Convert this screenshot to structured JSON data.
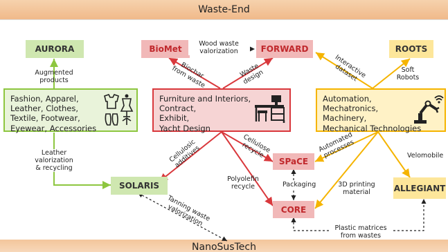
{
  "title_top": "Waste-End",
  "title_bottom": "NanoSusTech",
  "nodes": {
    "aurora": "AURORA",
    "biomet": "BioMet",
    "forward": "FORWARD",
    "roots": "ROOTS",
    "solaris": "SOLARIS",
    "space": "SPaCE",
    "core": "CORE",
    "allegiant": "ALLEGIANT"
  },
  "sectors": {
    "fashion": [
      "Fashion, Apparel,",
      "Leather, Clothes,",
      "Textile, Footwear,",
      "Eyewear, Accessories"
    ],
    "furniture": [
      "Furniture and Interiors,",
      "Contract,",
      "Exhibit,",
      "Yacht Design"
    ],
    "automation": [
      "Automation,",
      "Mechatronics,",
      "Machinery,",
      "Mechanical Technologies"
    ]
  },
  "icons": [
    "clothing-icon",
    "furniture-icon",
    "robot-arm-icon"
  ],
  "links": {
    "augmented": [
      "Augmented",
      "products"
    ],
    "wood_waste": [
      "Wood waste",
      "valorization"
    ],
    "biochar": [
      "Biochar",
      "from waste"
    ],
    "waste_design": [
      "Waste",
      "design"
    ],
    "interactive": [
      "Interactive",
      "dataset"
    ],
    "soft_robots": [
      "Soft",
      "Robots"
    ],
    "leather": [
      "Leather",
      "valorization",
      "& recycling"
    ],
    "cellulosic": [
      "Cellulosic",
      "additives"
    ],
    "cellulose": [
      "Cellulose",
      "recycle"
    ],
    "polyolefin": [
      "Polyolefin",
      "recycle"
    ],
    "packaging": "Packaging",
    "automated": [
      "Automated",
      "processes"
    ],
    "printing": [
      "3D printing",
      "material"
    ],
    "velomobile": "Velomobile",
    "tanning": [
      "Tanning waste",
      "valorization"
    ],
    "plastic": [
      "Plastic matrices",
      "from wastes"
    ]
  },
  "colors": {
    "green": "#8dc63f",
    "red": "#d9383c",
    "yellow": "#f5b400",
    "green_fill": "#cfe7b0",
    "red_fill": "#f1b8b8",
    "yellow_fill": "#fde69a",
    "band": "#f3c59b"
  }
}
